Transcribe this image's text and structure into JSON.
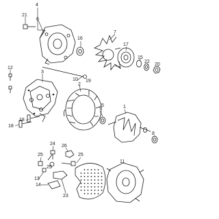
{
  "diagram": {
    "callouts": [
      {
        "id": "c4",
        "label": "4"
      },
      {
        "id": "c6",
        "label": "6"
      },
      {
        "id": "c21",
        "label": "21"
      },
      {
        "id": "c16",
        "label": "16"
      },
      {
        "id": "c7",
        "label": "7"
      },
      {
        "id": "c17",
        "label": "17"
      },
      {
        "id": "c15",
        "label": "15"
      },
      {
        "id": "c22",
        "label": "22"
      },
      {
        "id": "c20",
        "label": "20"
      },
      {
        "id": "c12",
        "label": "12"
      },
      {
        "id": "c3",
        "label": "3"
      },
      {
        "id": "c10",
        "label": "10"
      },
      {
        "id": "c19",
        "label": "19"
      },
      {
        "id": "c2",
        "label": "2"
      },
      {
        "id": "c9",
        "label": "9"
      },
      {
        "id": "c5",
        "label": "5"
      },
      {
        "id": "c1",
        "label": "1"
      },
      {
        "id": "c8",
        "label": "8"
      },
      {
        "id": "c18a",
        "label": "18"
      },
      {
        "id": "c18b",
        "label": "18"
      },
      {
        "id": "c24",
        "label": "24"
      },
      {
        "id": "c26",
        "label": "26"
      },
      {
        "id": "c25a",
        "label": "25"
      },
      {
        "id": "c25b",
        "label": "25"
      },
      {
        "id": "c25c",
        "label": "25"
      },
      {
        "id": "c13",
        "label": "13"
      },
      {
        "id": "c14",
        "label": "14"
      },
      {
        "id": "c23",
        "label": "23"
      },
      {
        "id": "c11",
        "label": "11"
      }
    ]
  }
}
